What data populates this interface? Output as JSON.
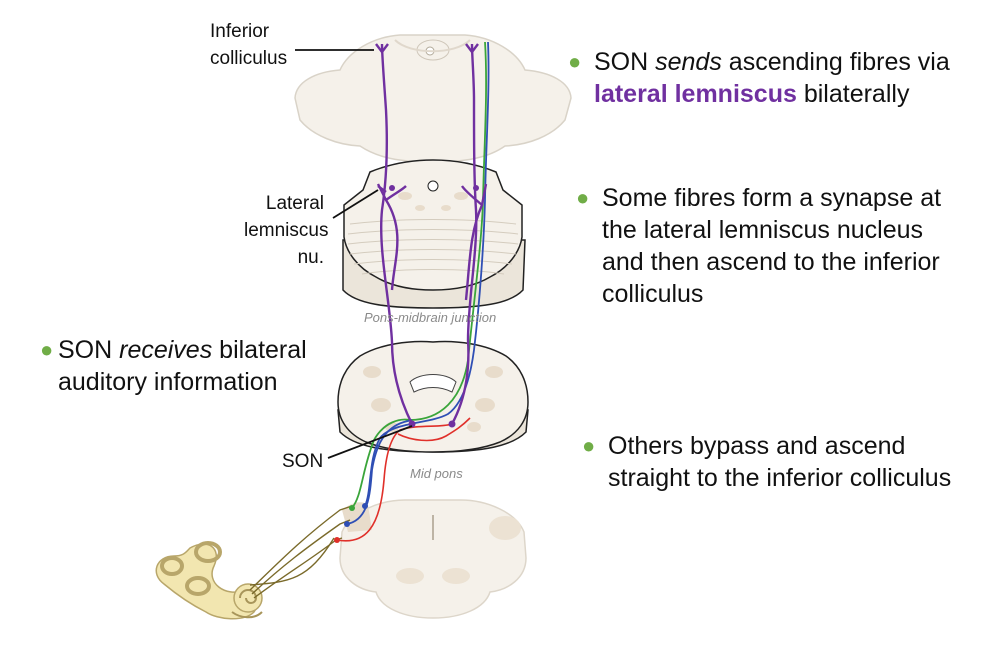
{
  "labels": {
    "inferior_colliculus": [
      "Inferior",
      "colliculus"
    ],
    "lateral_lemniscus_nu": [
      "Lateral",
      "lemniscus",
      "nu."
    ],
    "son": "SON",
    "pons_midbrain_junction": "Pons-midbrain junction",
    "mid_pons": "Mid pons"
  },
  "bullets": {
    "b1": {
      "pre": "SON ",
      "em": "sends",
      "mid": " ascending fibres via ",
      "hl": "lateral lemniscus",
      "post": " bilaterally"
    },
    "b2": "Some fibres form a synapse at the lateral lemniscus nucleus and then ascend to the inferior colliculus",
    "b3": "Others bypass and ascend straight to the inferior colliculus",
    "b4": {
      "pre": "SON ",
      "em": "receives",
      "post": " bilateral auditory information"
    }
  },
  "colors": {
    "bullet": "#70ad47",
    "lateral_lemniscus": "#7030a0",
    "fiber_blue": "#2f4fb5",
    "fiber_green": "#3aa53a",
    "fiber_red": "#e0302a"
  }
}
